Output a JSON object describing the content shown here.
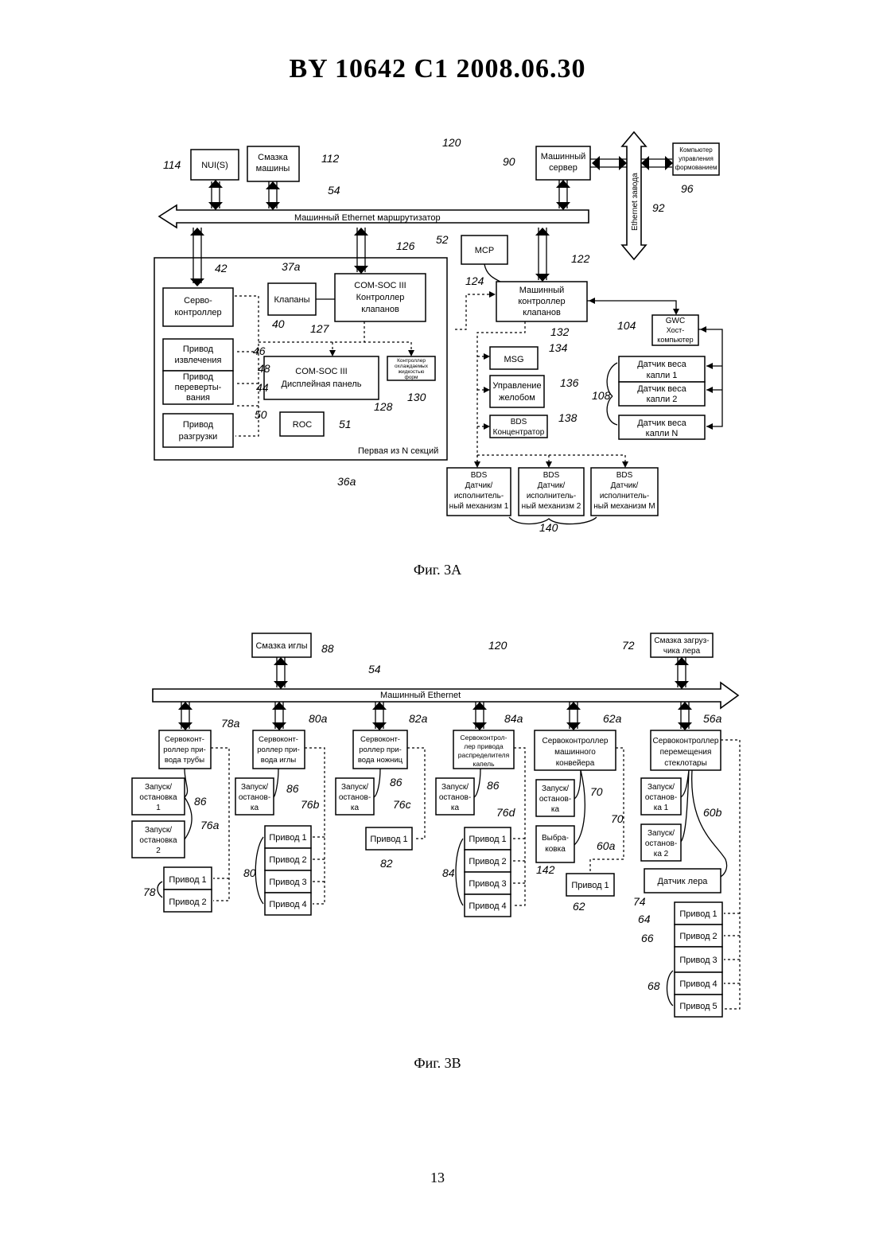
{
  "header": {
    "title": "BY  10642  C1  2008.06.30"
  },
  "fig3a": {
    "caption": "Фиг. 3А",
    "bus": "Машинный Ethernet маршрутизатор",
    "plant_bus": "Ethernet завода",
    "nui": "NUI(S)",
    "lube1": "Смазка",
    "lube2": "машины",
    "server1": "Машинный",
    "server2": "сервер",
    "fpc1": "Компьютер",
    "fpc2": "управления",
    "fpc3": "формованием",
    "mcp": "МСР",
    "servo1": "Серво-",
    "servo2": "контроллер",
    "valves": "Клапаны",
    "comsoc1": "COM-SOC III",
    "comsoc2": "Контроллер",
    "comsoc3": "клапанов",
    "mvc1": "Машинный",
    "mvc2": "контроллер",
    "mvc3": "клапанов",
    "gwc1": "GWC",
    "gwc2": "Хост-",
    "gwc3": "компьютер",
    "ext1": "Привод",
    "ext2": "извлечения",
    "inv1": "Привод",
    "inv2": "переверты-",
    "inv3": "вания",
    "disp1": "COM-SOC III",
    "disp2": "Дисплейная панель",
    "cool1": "Контроллер",
    "cool2": "охлаждаемых",
    "cool3": "жидкостью",
    "cool4": "форм",
    "msg": "MSG",
    "trough1": "Управление",
    "trough2": "желобом",
    "bdsc1": "BDS",
    "bdsc2": "Концентратор",
    "unl1": "Привод",
    "unl2": "разгрузки",
    "roc": "ROC",
    "section": "Первая из N секций",
    "gs1a": "Датчик веса",
    "gs1b": "капли 1",
    "gs2a": "Датчик веса",
    "gs2b": "капли 2",
    "gsNa": "Датчик веса",
    "gsNb": "капли N",
    "bds1": [
      "BDS",
      "Датчик/",
      "исполнитель-",
      "ный механизм 1"
    ],
    "bds2": [
      "BDS",
      "Датчик/",
      "исполнитель-",
      "ный механизм 2"
    ],
    "bdsM": [
      "BDS",
      "Датчик/",
      "исполнитель-",
      "ный механизм М"
    ],
    "refs": {
      "r120": "120",
      "r114": "114",
      "r112": "112",
      "r90": "90",
      "r96": "96",
      "r54": "54",
      "r92": "92",
      "r52": "52",
      "r126": "126",
      "r42": "42",
      "r37a": "37а",
      "r122": "122",
      "r124": "124",
      "r40": "40",
      "r127": "127",
      "r132": "132",
      "r104": "104",
      "r46": "46",
      "r48": "48",
      "r44": "44",
      "r134": "134",
      "r136": "136",
      "r108": "108",
      "r50": "50",
      "r51": "51",
      "r128": "128",
      "r130": "130",
      "r138": "138",
      "r36a": "36а",
      "r140": "140"
    }
  },
  "fig3b": {
    "caption": "Фиг. 3В",
    "bus": "Машинный Ethernet",
    "needle_lube": "Смазка иглы",
    "shear_lube1": "Смазка загруз-",
    "shear_lube2": "чика лера",
    "c78_1": "Сервоконт-",
    "c78_2": "роллер при-",
    "c78_3": "вода трубы",
    "c80_1": "Сервоконт-",
    "c80_2": "роллер при-",
    "c80_3": "вода иглы",
    "c82_1": "Сервоконт-",
    "c82_2": "роллер при-",
    "c82_3": "вода ножниц",
    "c84_1": "Сервоконтрол-",
    "c84_2": "лер привода",
    "c84_3": "распределителя",
    "c84_4": "капель",
    "c62_1": "Сервоконтроллер",
    "c62_2": "машинного",
    "c62_3": "конвейера",
    "c56_1": "Сервоконтроллер",
    "c56_2": "перемещения",
    "c56_3": "стеклотары",
    "ss_a1": "Запуск/",
    "ss_a2": "остановка",
    "ss_a3": "1",
    "ss_b1": "Запуск/",
    "ss_b2": "остановка",
    "ss_b3": "2",
    "ss_c1": "Запуск/",
    "ss_c2": "останов-",
    "ss_c3": "ка",
    "ss_d1": "Запуск/",
    "ss_d2": "останов-",
    "ss_d3": "ка",
    "ss_e1": "Запуск/",
    "ss_e2": "останов-",
    "ss_e3": "ка",
    "ss_f1": "Запуск/",
    "ss_f2": "останов-",
    "ss_f3": "ка",
    "ss_g1": "Запуск/",
    "ss_g2": "останов-",
    "ss_g3": "ка 1",
    "ss_h1": "Запуск/",
    "ss_h2": "останов-",
    "ss_h3": "ка 2",
    "reject1": "Выбра-",
    "reject2": "ковка",
    "lehr": "Датчик лера",
    "d1": "Привод 1",
    "d2": "Привод 2",
    "d3": "Привод 3",
    "d4": "Привод 4",
    "d5": "Привод 5",
    "refs": {
      "r120": "120",
      "r88": "88",
      "r72": "72",
      "r54": "54",
      "r78a": "78а",
      "r80a": "80а",
      "r82a": "82а",
      "r84a": "84а",
      "r62a": "62а",
      "r56a": "56а",
      "r86": "86",
      "r70": "70",
      "r76a": "76а",
      "r76b": "76b",
      "r76c": "76с",
      "r76d": "76d",
      "r60a": "60а",
      "r60b": "60b",
      "r78": "78",
      "r80": "80",
      "r82": "82",
      "r84": "84",
      "r142": "142",
      "r62": "62",
      "r74": "74",
      "r64": "64",
      "r66": "66",
      "r68": "68"
    }
  },
  "footer": {
    "page_number": "13"
  }
}
